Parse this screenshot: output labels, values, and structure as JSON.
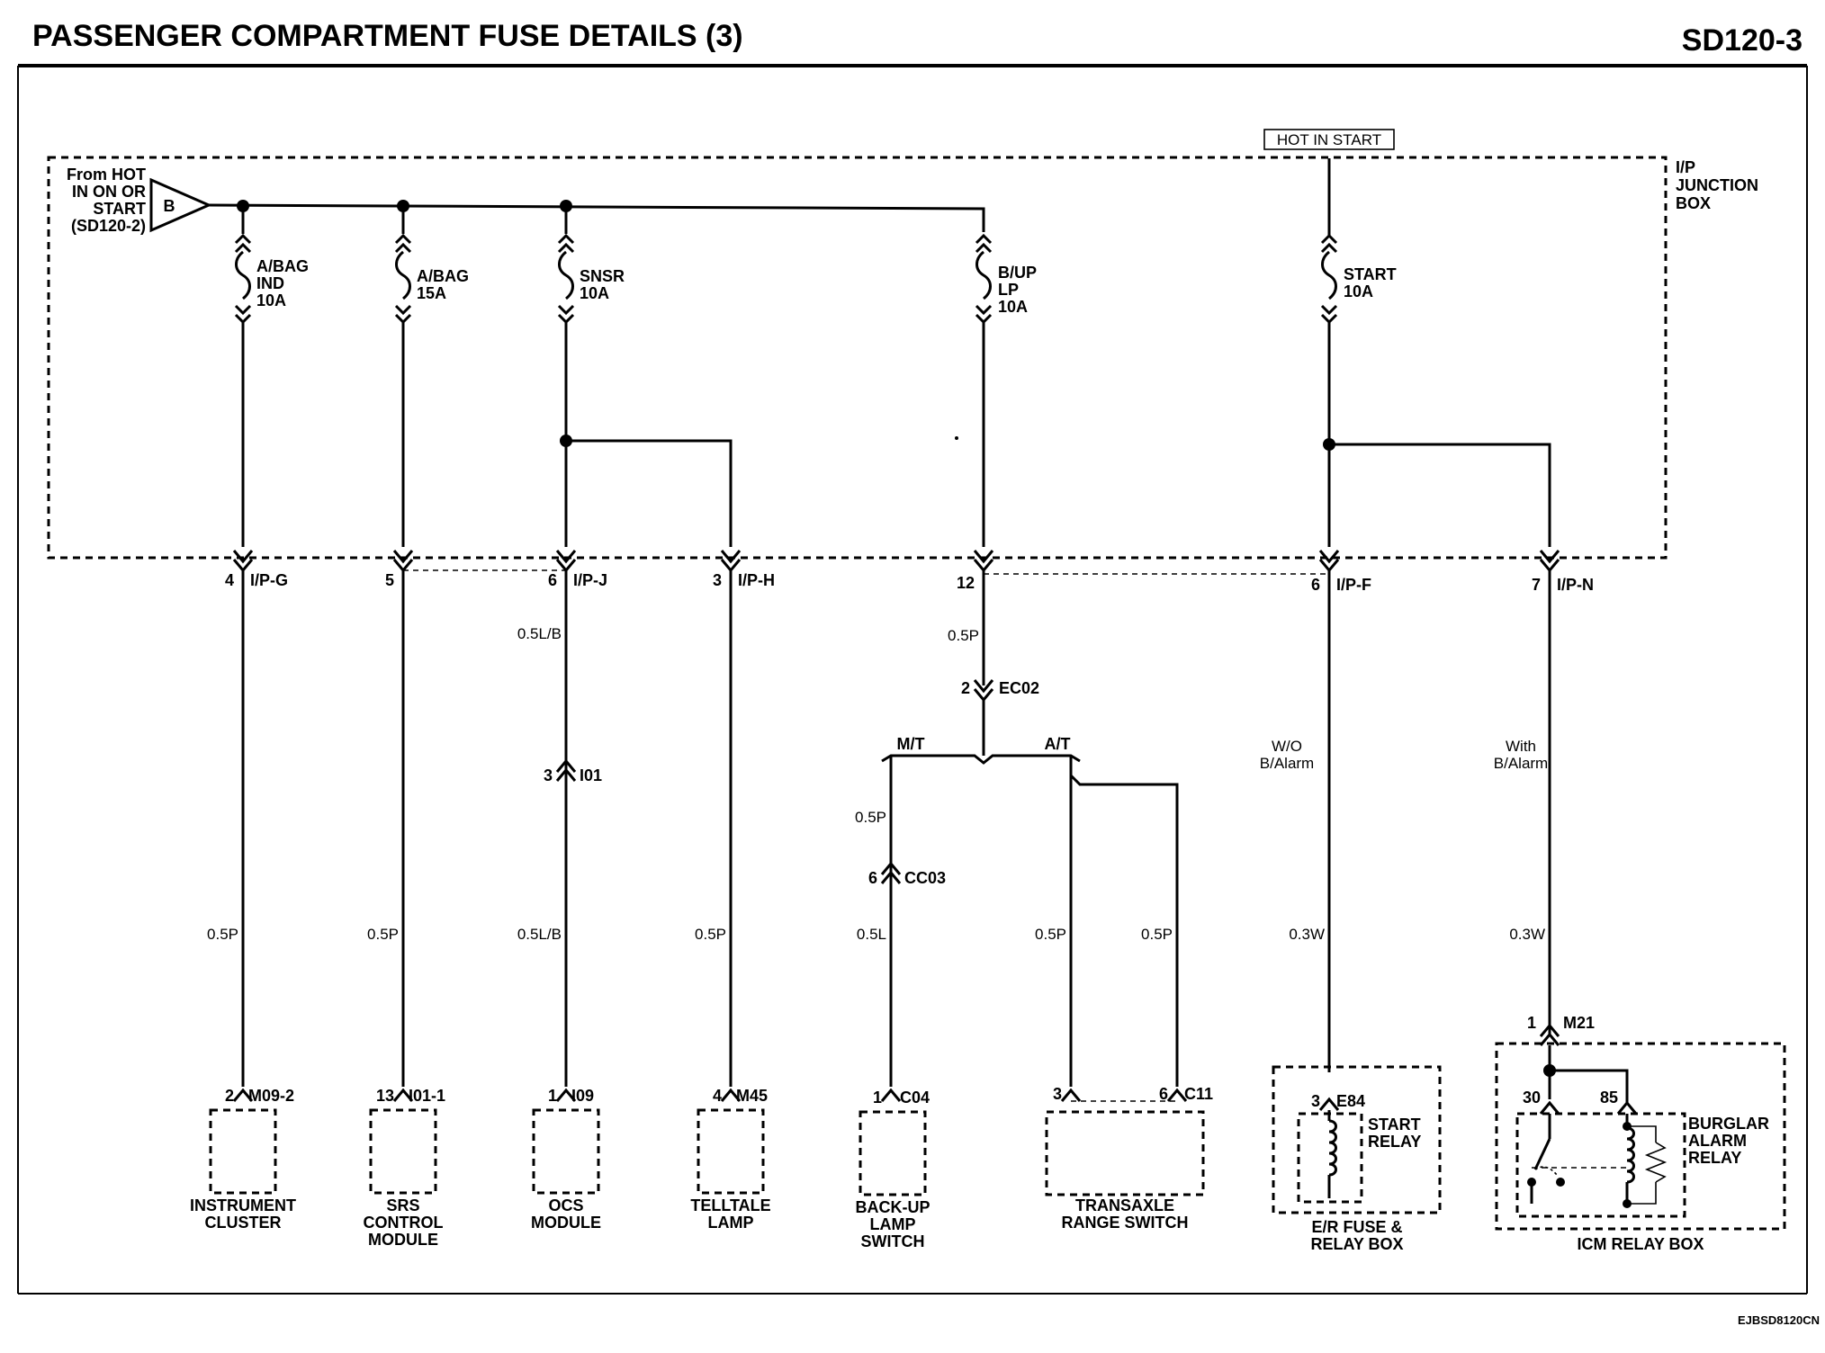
{
  "header": {
    "title": "PASSENGER COMPARTMENT FUSE DETAILS (3)",
    "page_code": "SD120-3"
  },
  "footer_code": "EJBSD8120CN",
  "hot_in_start": "HOT IN START",
  "ip_junction_box": [
    "I/P",
    "JUNCTION",
    "BOX"
  ],
  "source": {
    "text": [
      "From HOT",
      "IN ON OR",
      "START",
      "(SD120-2)"
    ],
    "ref": "B"
  },
  "fuses": [
    {
      "lines": [
        "A/BAG",
        "IND",
        "10A"
      ]
    },
    {
      "lines": [
        "A/BAG",
        "15A"
      ]
    },
    {
      "lines": [
        "SNSR",
        "10A"
      ]
    },
    {
      "lines": [
        "B/UP",
        "LP",
        "10A"
      ]
    },
    {
      "lines": [
        "START",
        "10A"
      ]
    }
  ],
  "ip_connectors": [
    {
      "pin": "4",
      "name": "I/P-G"
    },
    {
      "pin": "5",
      "name": ""
    },
    {
      "pin": "6",
      "name": "I/P-J"
    },
    {
      "pin": "3",
      "name": "I/P-H"
    },
    {
      "pin": "12",
      "name": ""
    },
    {
      "pin": "6",
      "name": "I/P-F"
    },
    {
      "pin": "7",
      "name": "I/P-N"
    }
  ],
  "wire_labels": {
    "w1": "0.5P",
    "w2": "0.5P",
    "w3a": "0.5L/B",
    "w3b": "0.5L/B",
    "w4": "0.5P",
    "w5a": "0.5P",
    "w5b": "0.5P",
    "w5c": "0.5L",
    "w6": "0.5P",
    "w7": "0.5P",
    "w8": "0.3W",
    "w9": "0.3W"
  },
  "inline_connectors": {
    "ec02": {
      "pin": "2",
      "name": "EC02"
    },
    "i01": {
      "pin": "3",
      "name": "I01"
    },
    "cc03": {
      "pin": "6",
      "name": "CC03"
    },
    "m21": {
      "pin": "1",
      "name": "M21"
    }
  },
  "options": {
    "mt": "M/T",
    "at": "A/T",
    "wo_alarm": [
      "W/O",
      "B/Alarm"
    ],
    "with_alarm": [
      "With",
      "B/Alarm"
    ]
  },
  "components": [
    {
      "pin": "2",
      "conn": "M09-2",
      "name": [
        "INSTRUMENT",
        "CLUSTER"
      ]
    },
    {
      "pin": "13",
      "conn": "I01-1",
      "name": [
        "SRS",
        "CONTROL",
        "MODULE"
      ]
    },
    {
      "pin": "1",
      "conn": "I09",
      "name": [
        "OCS",
        "MODULE"
      ]
    },
    {
      "pin": "4",
      "conn": "M45",
      "name": [
        "TELLTALE",
        "LAMP"
      ]
    },
    {
      "pin": "1",
      "conn": "C04",
      "name": [
        "BACK-UP",
        "LAMP",
        "SWITCH"
      ]
    },
    {
      "pin": "3",
      "pin2": "6",
      "conn": "C11",
      "name": [
        "TRANSAXLE",
        "RANGE SWITCH"
      ]
    },
    {
      "pin": "3",
      "conn": "E84",
      "inner": [
        "START",
        "RELAY"
      ],
      "name": [
        "E/R FUSE &",
        "RELAY BOX"
      ]
    },
    {
      "pin": "30",
      "pin2": "85",
      "inner": [
        "BURGLAR",
        "ALARM",
        "RELAY"
      ],
      "name": [
        "ICM RELAY BOX"
      ]
    }
  ]
}
